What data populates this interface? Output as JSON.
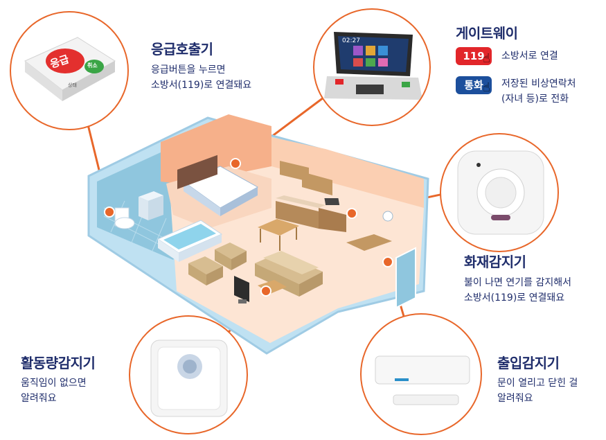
{
  "emergency": {
    "title": "응급호출기",
    "desc": [
      "응급버튼을 누르면",
      "소방서(119)로 연결돼요"
    ],
    "button_main": "응급",
    "button_cancel": "취소",
    "status_label": "상태"
  },
  "gateway": {
    "title": "게이트웨이",
    "btn_119": "119",
    "btn_119_desc": "소방서로 연결",
    "btn_call": "통화",
    "btn_call_desc": [
      "저장된 비상연락처",
      "(자녀 등)로 전화"
    ],
    "clock": "02:27"
  },
  "fire": {
    "title": "화재감지기",
    "desc": [
      "불이 나면 연기를 감지해서",
      "소방서(119)로 연결돼요"
    ]
  },
  "motion": {
    "title": "활동량감지기",
    "desc": [
      "움직임이 없으면",
      "알려줘요"
    ]
  },
  "door": {
    "title": "출입감지기",
    "desc": [
      "문이 열리고 닫힌 걸",
      "알려줘요"
    ]
  },
  "colors": {
    "accent": "#e8672a",
    "title_text": "#1f2d6b",
    "badge_red": "#e2262a",
    "badge_blue": "#1c4f9c",
    "emergency_red": "#e3302e",
    "cancel_green": "#3aa546"
  }
}
